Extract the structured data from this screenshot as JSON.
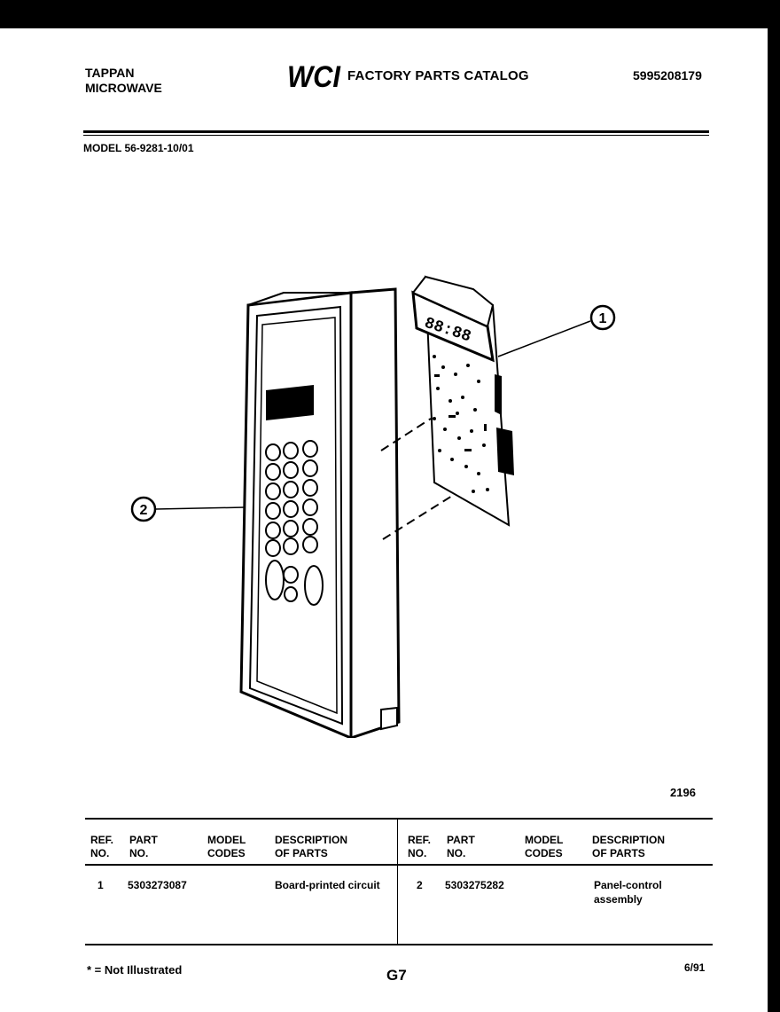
{
  "header": {
    "brand_line1": "TAPPAN",
    "brand_line2": "MICROWAVE",
    "logo": "WCI",
    "catalog_title": "FACTORY PARTS CATALOG",
    "catalog_number": "5995208179"
  },
  "model_line": "MODEL 56-9281-10/01",
  "diagram": {
    "callouts": [
      "1",
      "2"
    ],
    "display_digits": "88:88",
    "illustration_id": "2196"
  },
  "table": {
    "headers": {
      "ref_1": "REF.",
      "ref_2": "NO.",
      "part_1": "PART",
      "part_2": "NO.",
      "model_1": "MODEL",
      "model_2": "CODES",
      "desc_1": "DESCRIPTION",
      "desc_2": "OF PARTS"
    },
    "rows": [
      {
        "ref": "1",
        "part": "5303273087",
        "codes": "",
        "desc_1": "Board-printed circuit",
        "desc_2": ""
      },
      {
        "ref": "2",
        "part": "5303275282",
        "codes": "",
        "desc_1": "Panel-control",
        "desc_2": "assembly"
      }
    ]
  },
  "footer": {
    "footnote": "* = Not Illustrated",
    "page_code": "G7",
    "date": "6/91"
  }
}
